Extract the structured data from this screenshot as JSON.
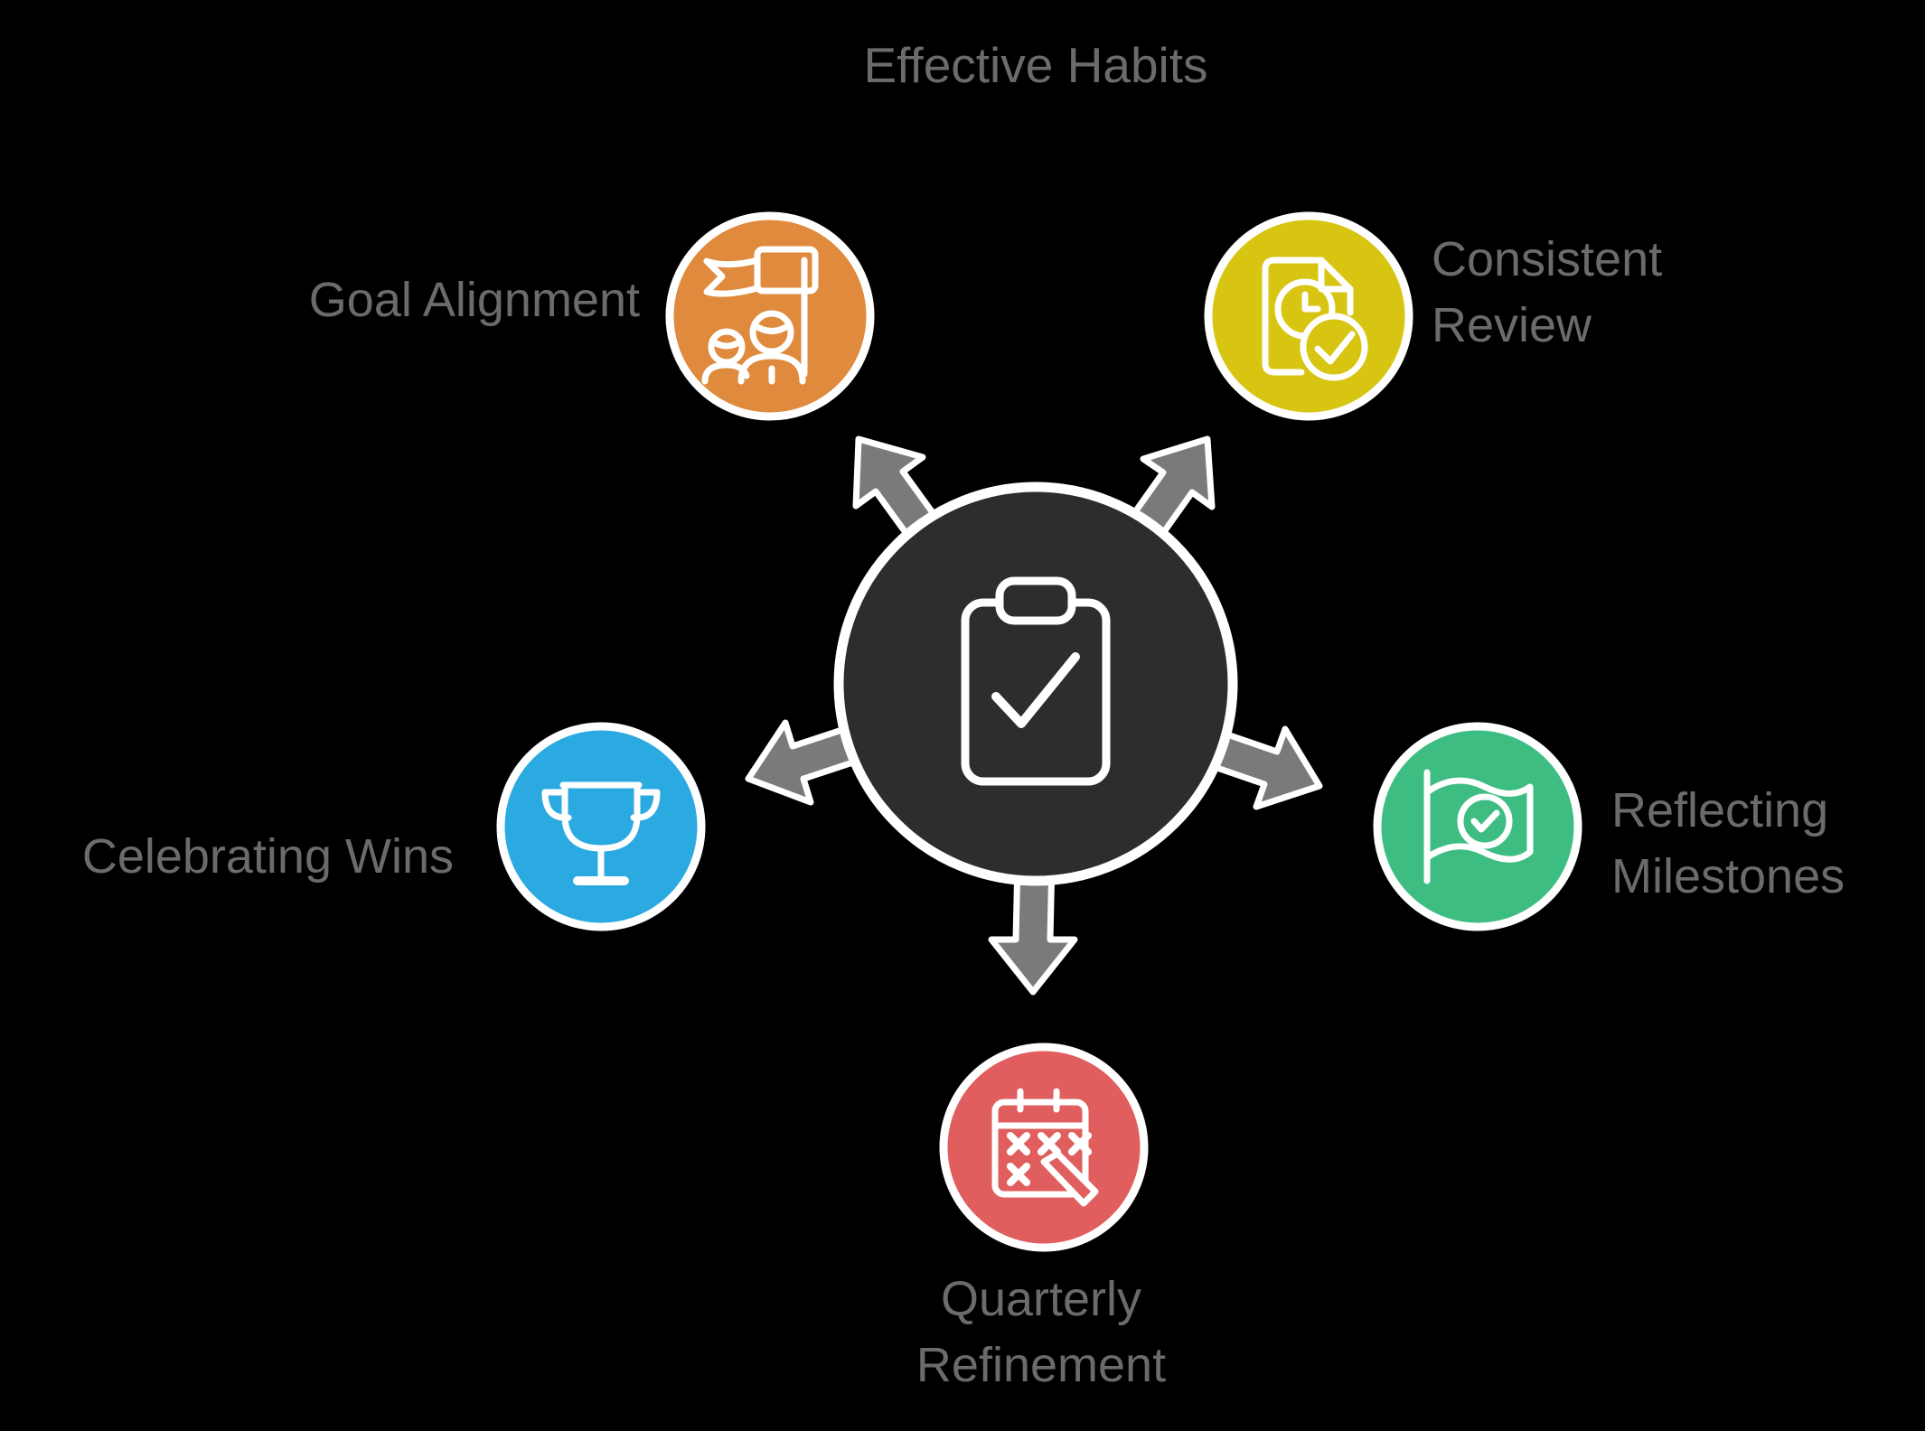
{
  "title": "Effective Habits",
  "colors": {
    "background": "#000000",
    "label_text": "#6B6B6B",
    "arrow": "#7A7A7A",
    "outline": "#FFFFFF",
    "center_fill": "#2D2D2D"
  },
  "center": {
    "icon": "clipboard-check-icon"
  },
  "nodes": [
    {
      "id": "goal-alignment",
      "label": "Goal Alignment",
      "color": "#DF8A3D",
      "icon": "team-goal-flag-icon",
      "position": "top-left"
    },
    {
      "id": "consistent-review",
      "label": "Consistent\nReview",
      "color": "#D7C511",
      "icon": "document-clock-check-icon",
      "position": "top-right"
    },
    {
      "id": "celebrating-wins",
      "label": "Celebrating Wins",
      "color": "#2BAAE2",
      "icon": "trophy-icon",
      "position": "left"
    },
    {
      "id": "reflecting-milestones",
      "label": "Reflecting\nMilestones",
      "color": "#3EBD83",
      "icon": "milestone-flag-check-icon",
      "position": "right"
    },
    {
      "id": "quarterly-refinement",
      "label": "Quarterly\nRefinement",
      "color": "#E05F5E",
      "icon": "calendar-edit-icon",
      "position": "bottom"
    }
  ]
}
